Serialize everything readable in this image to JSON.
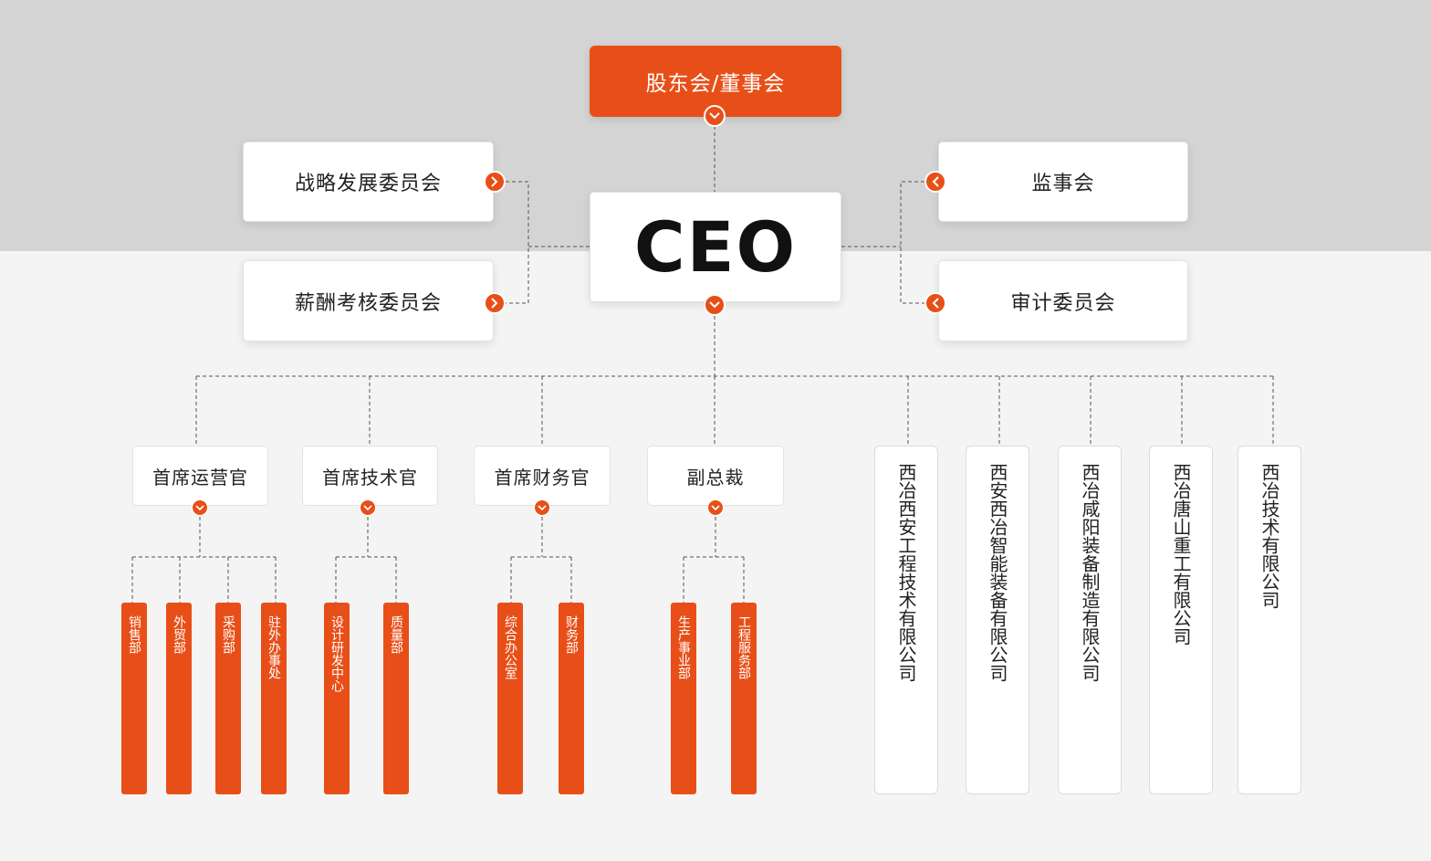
{
  "board": "股东会/董事会",
  "ceo": "CEO",
  "committees_left": [
    "战略发展委员会",
    "薪酬考核委员会"
  ],
  "committees_right": [
    "监事会",
    "审计委员会"
  ],
  "executives": [
    {
      "title": "首席运营官",
      "departments": [
        "销售部",
        "外贸部",
        "采购部",
        "驻外办事处"
      ]
    },
    {
      "title": "首席技术官",
      "departments": [
        "设计研发中心",
        "质量部"
      ]
    },
    {
      "title": "首席财务官",
      "departments": [
        "综合办公室",
        "财务部"
      ]
    },
    {
      "title": "副总裁",
      "departments": [
        "生产事业部",
        "工程服务部"
      ]
    }
  ],
  "subsidiaries": [
    "西冶西安工程技术有限公司",
    "西安西冶智能装备有限公司",
    "西冶咸阳装备制造有限公司",
    "西冶唐山重工有限公司",
    "西冶技术有限公司"
  ],
  "colors": {
    "accent": "#e84f18",
    "top_band": "#d4d4d4",
    "background": "#f4f4f4"
  }
}
